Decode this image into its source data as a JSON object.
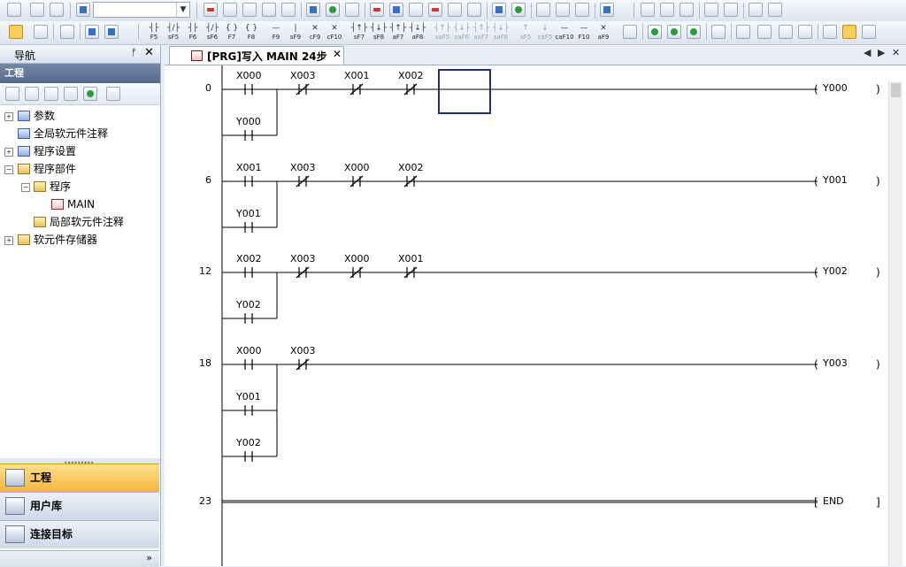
{
  "toolbar2_fkeys": [
    {
      "sym": "┤├",
      "label": "F5"
    },
    {
      "sym": "┤/├",
      "label": "sF5"
    },
    {
      "sym": "┤├",
      "label": "F6"
    },
    {
      "sym": "┤/├",
      "label": "sF6"
    },
    {
      "sym": "{ }",
      "label": "F7"
    },
    {
      "sym": "{ }",
      "label": "F8"
    },
    {
      "sym": "—",
      "label": "F9"
    },
    {
      "sym": "|",
      "label": "sF9"
    },
    {
      "sym": "✕",
      "label": "cF9"
    },
    {
      "sym": "✕",
      "label": "cF10"
    },
    {
      "sym": "┤↑├",
      "label": "sF7"
    },
    {
      "sym": "┤↓├",
      "label": "sF8"
    },
    {
      "sym": "┤↑├",
      "label": "aF7"
    },
    {
      "sym": "┤↓├",
      "label": "aF8"
    },
    {
      "sym": "┤↑├",
      "label": "saF5"
    },
    {
      "sym": "┤↓├",
      "label": "saF6"
    },
    {
      "sym": "┤↑├",
      "label": "saF7"
    },
    {
      "sym": "┤↓├",
      "label": "saF8"
    },
    {
      "sym": "↑",
      "label": "aF5"
    },
    {
      "sym": "↓",
      "label": "caF5"
    },
    {
      "sym": "—",
      "label": "caF10"
    },
    {
      "sym": "—",
      "label": "F10"
    },
    {
      "sym": "✕",
      "label": "aF9"
    }
  ],
  "navigation": {
    "title": "导航",
    "pin": "ᚠ",
    "close": "✕",
    "project_header": "工程",
    "tree": [
      {
        "label": "参数",
        "expand": "+"
      },
      {
        "label": "全局软元件注释",
        "expand": ""
      },
      {
        "label": "程序设置",
        "expand": "+"
      },
      {
        "label": "程序部件",
        "expand": "−"
      },
      {
        "label": "程序",
        "expand": "−"
      },
      {
        "label": "MAIN",
        "expand": ""
      },
      {
        "label": "局部软元件注释",
        "expand": ""
      },
      {
        "label": "软元件存储器",
        "expand": "+"
      }
    ],
    "bottom_buttons": [
      "工程",
      "用户库",
      "连接目标"
    ],
    "more": "»"
  },
  "editor": {
    "tab_label": "[PRG]写入 MAIN 24步",
    "tab_close": "✕",
    "tab_prev": "◀",
    "tab_next": "▶",
    "tab_list": "✕"
  },
  "ladder": {
    "rungs": [
      {
        "step": "0",
        "series": [
          {
            "device": "X000",
            "type": "NO"
          },
          {
            "device": "X003",
            "type": "NC"
          },
          {
            "device": "X001",
            "type": "NC"
          },
          {
            "device": "X002",
            "type": "NC"
          }
        ],
        "parallel": [
          "Y000"
        ],
        "coil": "Y000"
      },
      {
        "step": "6",
        "series": [
          {
            "device": "X001",
            "type": "NO"
          },
          {
            "device": "X003",
            "type": "NC"
          },
          {
            "device": "X000",
            "type": "NC"
          },
          {
            "device": "X002",
            "type": "NC"
          }
        ],
        "parallel": [
          "Y001"
        ],
        "coil": "Y001"
      },
      {
        "step": "12",
        "series": [
          {
            "device": "X002",
            "type": "NO"
          },
          {
            "device": "X003",
            "type": "NC"
          },
          {
            "device": "X000",
            "type": "NC"
          },
          {
            "device": "X001",
            "type": "NC"
          }
        ],
        "parallel": [
          "Y002"
        ],
        "coil": "Y002"
      },
      {
        "step": "18",
        "series": [
          {
            "device": "X000",
            "type": "NO"
          },
          {
            "device": "X003",
            "type": "NC"
          }
        ],
        "parallel": [
          "Y001",
          "Y002"
        ],
        "coil": "Y003"
      }
    ],
    "end_step": "23",
    "end_label": "END"
  }
}
